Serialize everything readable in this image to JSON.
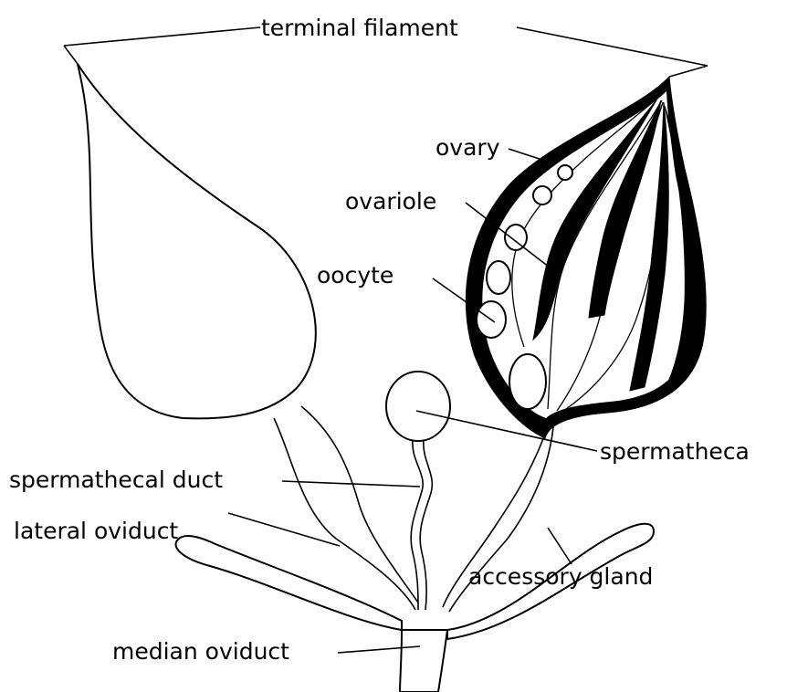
{
  "labels": {
    "terminal_filament": "terminal filament",
    "ovary": "ovary",
    "ovariole": "ovariole",
    "oocyte": "oocyte",
    "spermatheca": "spermatheca",
    "spermathecal_duct": "spermathecal duct",
    "lateral_oviduct": "lateral oviduct",
    "accessory_gland": "accessory gland",
    "median_oviduct": "median oviduct"
  }
}
